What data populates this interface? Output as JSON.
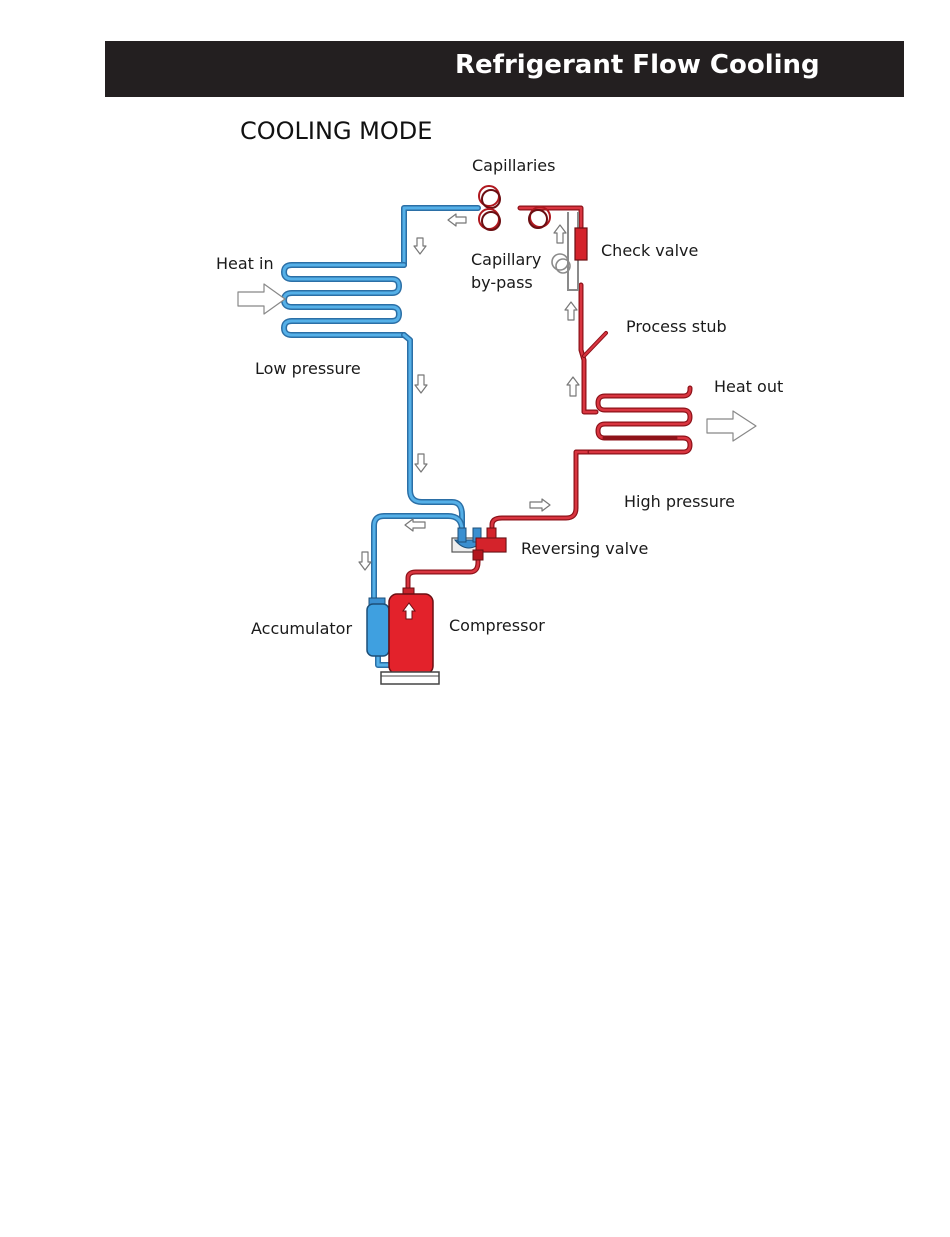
{
  "header": {
    "title": "Refrigerant Flow Cooling"
  },
  "diagram": {
    "mode_title": "COOLING MODE",
    "labels": {
      "capillaries": "Capillaries",
      "check_valve": "Check valve",
      "heat_in": "Heat in",
      "capillary_bypass_line1": "Capillary",
      "capillary_bypass_line2": "by-pass",
      "process_stub": "Process stub",
      "low_pressure": "Low pressure",
      "heat_out": "Heat out",
      "high_pressure": "High pressure",
      "reversing_valve": "Reversing valve",
      "accumulator": "Accumulator",
      "compressor": "Compressor"
    },
    "colors": {
      "low_pressure_line": "#3a8fd0",
      "high_pressure_line": "#c8232c",
      "header_bg": "#231f20"
    }
  }
}
